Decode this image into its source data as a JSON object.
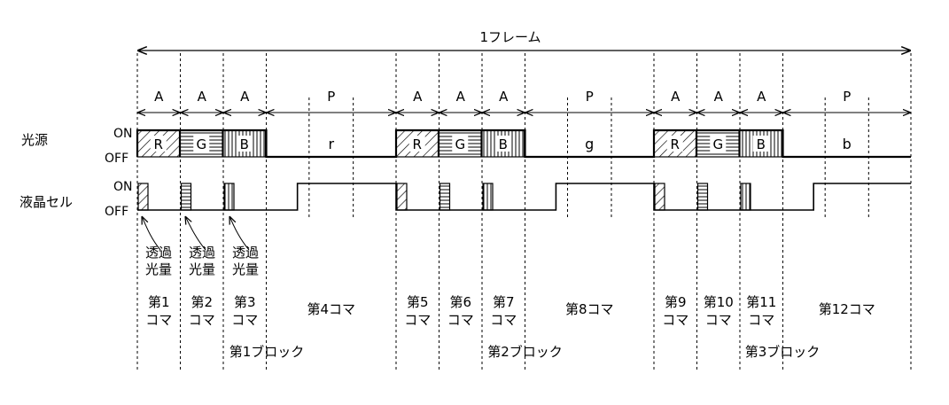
{
  "frame_label": "1フレーム",
  "light_source": {
    "label": "光源",
    "on": "ON",
    "off": "OFF"
  },
  "lc_cell": {
    "label": "液晶セル",
    "on": "ON",
    "off": "OFF"
  },
  "transmitted_light_label": [
    "透過",
    "光量"
  ],
  "blocks": [
    {
      "label": "第1ブロック",
      "segments": [
        "A",
        "A",
        "A",
        "P"
      ],
      "colors": [
        "R",
        "G",
        "B"
      ],
      "sub_color": "r",
      "frames": [
        [
          "第1",
          "コマ"
        ],
        [
          "第2",
          "コマ"
        ],
        [
          "第3",
          "コマ"
        ],
        [
          "第4コマ"
        ]
      ]
    },
    {
      "label": "第2ブロック",
      "segments": [
        "A",
        "A",
        "A",
        "P"
      ],
      "colors": [
        "R",
        "G",
        "B"
      ],
      "sub_color": "g",
      "frames": [
        [
          "第5",
          "コマ"
        ],
        [
          "第6",
          "コマ"
        ],
        [
          "第7",
          "コマ"
        ],
        [
          "第8コマ"
        ]
      ]
    },
    {
      "label": "第3ブロック",
      "segments": [
        "A",
        "A",
        "A",
        "P"
      ],
      "colors": [
        "R",
        "G",
        "B"
      ],
      "sub_color": "b",
      "frames": [
        [
          "第9",
          "コマ"
        ],
        [
          "第10",
          "コマ"
        ],
        [
          "第11",
          "コマ"
        ],
        [
          "第12コマ"
        ]
      ]
    }
  ]
}
